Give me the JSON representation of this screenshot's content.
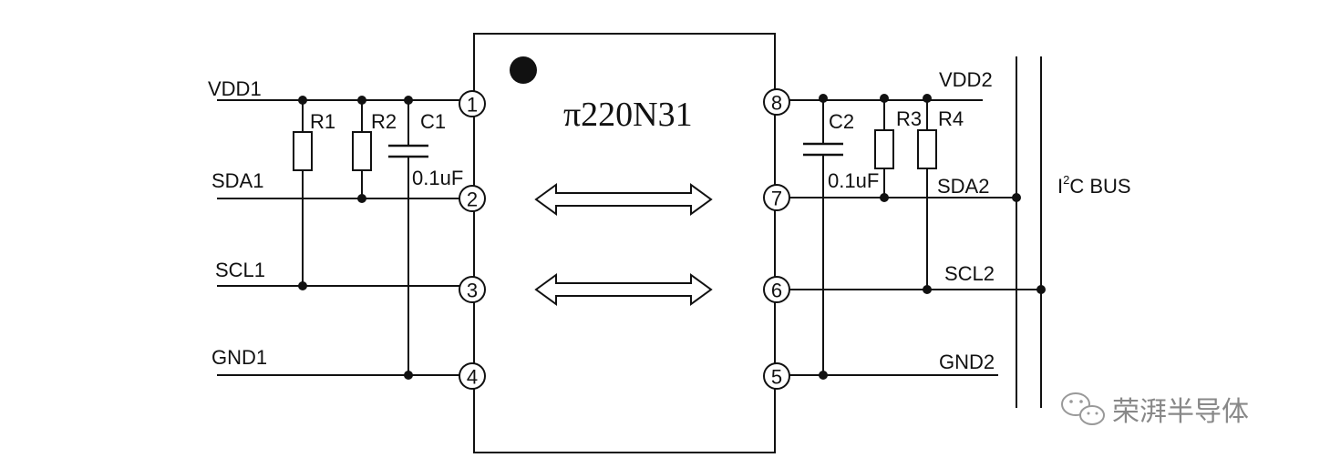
{
  "chip": {
    "name": "π220N31"
  },
  "left": {
    "vdd": "VDD1",
    "sda": "SDA1",
    "scl": "SCL1",
    "gnd": "GND1",
    "r1": "R1",
    "r2": "R2",
    "c1": "C1",
    "c1_value": "0.1uF"
  },
  "right": {
    "vdd": "VDD2",
    "sda": "SDA2",
    "scl": "SCL2",
    "gnd": "GND2",
    "r3": "R3",
    "r4": "R4",
    "c2": "C2",
    "c2_value": "0.1uF"
  },
  "pins": {
    "p1": "1",
    "p2": "2",
    "p3": "3",
    "p4": "4",
    "p5": "5",
    "p6": "6",
    "p7": "7",
    "p8": "8"
  },
  "bus": {
    "prefix": "I",
    "sup": "2",
    "suffix": "C BUS"
  },
  "watermark": {
    "text": "荣湃半导体",
    "icon": "wechat-icon"
  }
}
